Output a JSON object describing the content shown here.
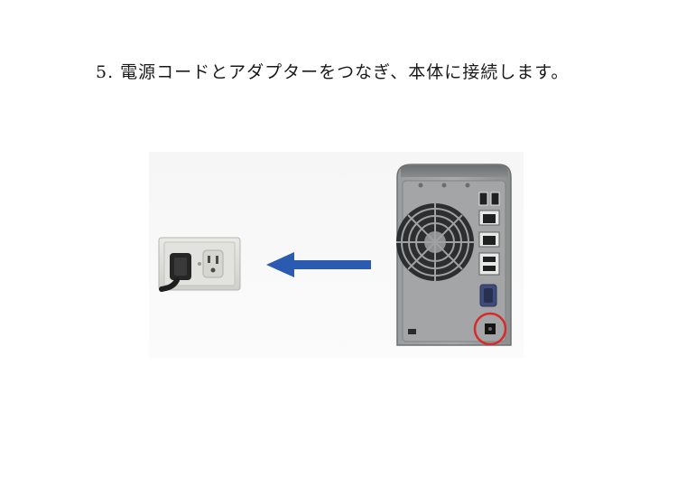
{
  "document": {
    "step_text": "5. 電源コードとアダプターをつなぎ、本体に接続します。"
  },
  "figure": {
    "arrow_color": "#2b5bb0",
    "highlight_color": "#d82a2a",
    "icons": [
      "wall-outlet-with-plug",
      "direction-arrow",
      "nas-device-rear-panel",
      "dc-power-port-highlight"
    ]
  }
}
